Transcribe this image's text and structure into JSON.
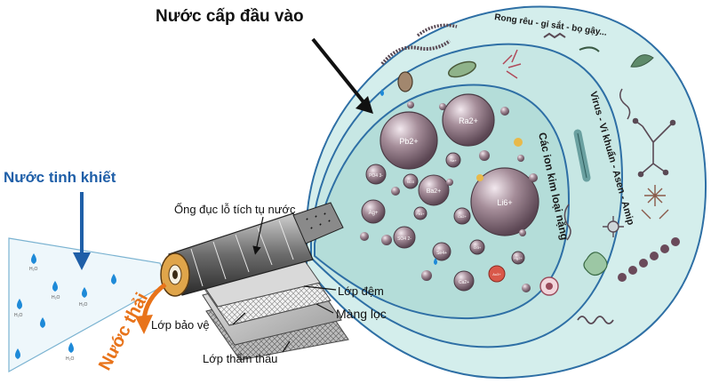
{
  "labels": {
    "feed_water": "Nước cấp đầu vào",
    "pure_water": "Nước tinh khiết",
    "waste_water": "Nước thải",
    "collection_tube": "Ống đục lỗ tích tụ nước",
    "spacer_layer": "Lớp đệm",
    "membrane": "Màng lọc",
    "protective_layer": "Lớp bảo vệ",
    "permeate_layer": "Lớp thẩm thấu"
  },
  "zones": {
    "outer": "Rong rêu - gỉ sắt - bọ gậy...",
    "middle": "Virus - Vi khuẩn - Asen - Amip",
    "inner": "Các ion kim loại nặng"
  },
  "molecules": {
    "water": "H₂O",
    "ions": [
      "Pb2+",
      "Ra2+",
      "Li6+",
      "Ba2+",
      "Ag+",
      "PO4 3-",
      "SO4 2-",
      "NO3",
      "Cu2+",
      "Cr3+",
      "Fe3+",
      "Na+",
      "Ca2+",
      "Se4+",
      "Hg2+",
      "Au3+"
    ]
  },
  "colors": {
    "title_text": "#111111",
    "pure_water_text": "#1f5fa8",
    "waste_text": "#e8731a",
    "outer_fill": "#d4eeec",
    "middle_fill": "#c7e7e4",
    "inner_fill": "#b4ddd9",
    "zone_stroke": "#2e6fa5",
    "ion_fill": "#7a6470"
  }
}
